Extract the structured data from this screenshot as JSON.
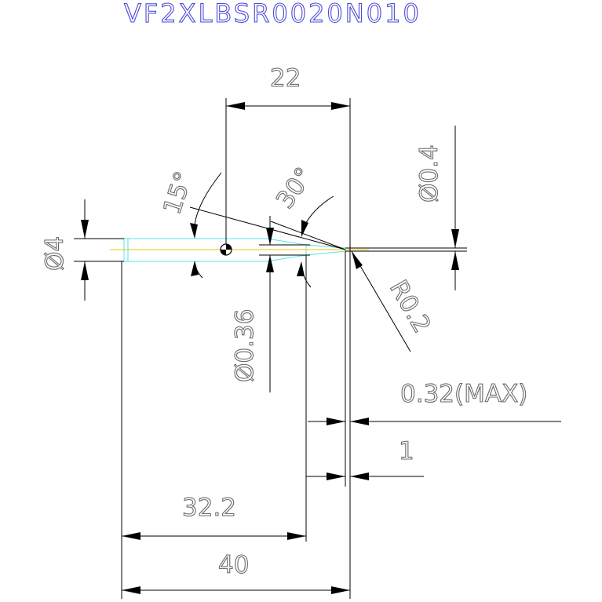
{
  "title": "VF2XLBSR0020N010",
  "dimensions": {
    "d_top": "22",
    "angle_15": "15°",
    "angle_30": "30°",
    "dia_04": "Ø0.4",
    "dia_4": "Ø4",
    "dia_036": "Ø0.36",
    "radius": "R0.2",
    "max_032": "0.32(MAX)",
    "d_1": "1",
    "d_322": "32.2",
    "d_40": "40"
  },
  "colors": {
    "title": "#4a4ad8",
    "dimension_text": "#6a6a6a",
    "tool_outline": "#57e3e8",
    "centerline": "#f0c000",
    "lines": "#000000"
  }
}
